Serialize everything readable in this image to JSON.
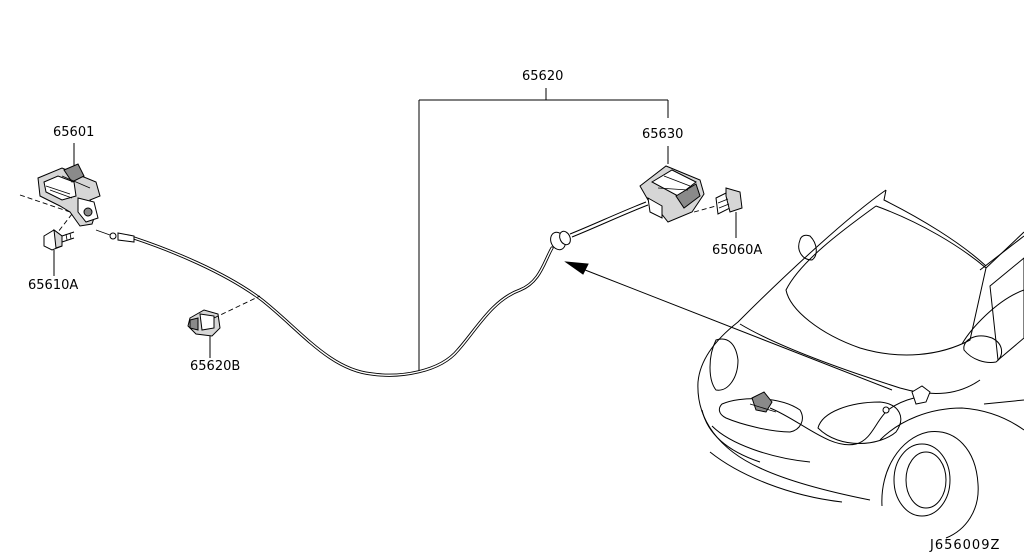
{
  "diagram": {
    "part_labels": {
      "cable_assembly": "65620",
      "hood_lock": "65601",
      "hood_lock_bolt": "65610A",
      "cable_clip": "65620B",
      "release_handle": "65630",
      "handle_bolt": "65060A"
    },
    "reference_code": "J656009Z",
    "colors": {
      "line": "#000000",
      "background": "#ffffff"
    }
  }
}
